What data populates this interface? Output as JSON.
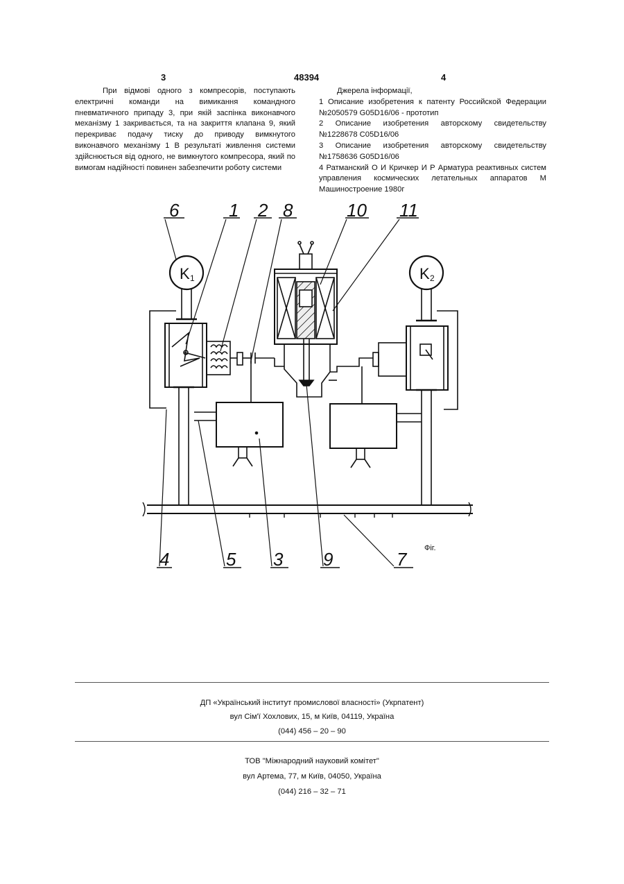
{
  "header": {
    "page_left": "3",
    "patent_no": "48394",
    "page_right": "4"
  },
  "left_text": "При відмові одного з компресорів, поступають електричні команди на вимикання командного пневматичного припаду 3, при якій заспінка виконавчого механізму 1 закривається, та на закриття клапана 9, який перекриває подачу тиску до приводу вимкнутого виконавчого механізму 1 В результаті живлення системи здійснюється від одного, не вимкнутого компресора, який по вимогам надійності повинен забезпечити роботу системи",
  "sources": {
    "heading": "Джерела інформації,",
    "items": [
      "1 Описание изобретения к патенту Российской Федерации №2050579 G05D16/06 - прототип",
      "2 Описание изобретения авторскому свидетельству №1228678 С05D16/06",
      "3 Описание изобретения авторскому свидетельству №1758636 G05D16/06",
      "4 Ратманский О И Кричкер И Р Арматура реактивных систем управления космических летательных аппаратов М Машиностроение 1980г"
    ]
  },
  "figure": {
    "labels": {
      "l6": "6",
      "l1": "1",
      "l2": "2",
      "l8": "8",
      "l10": "10",
      "l11": "11",
      "l4": "4",
      "l5": "5",
      "l3": "3",
      "l9": "9",
      "l7": "7"
    },
    "k1": "K",
    "k1_sub": "1",
    "k2": "K",
    "k2_sub": "2",
    "caption": "Фіг."
  },
  "footer": {
    "org1": "ДП «Український інститут промислової власності» (Укрпатент)",
    "addr1": "вул Сім'ї Хохлових, 15, м Київ, 04119, Україна",
    "phone1": "(044) 456 – 20 – 90",
    "org2": "ТОВ \"Міжнародний науковий комітет\"",
    "addr2": "вул Артема, 77, м Київ, 04050, Україна",
    "phone2": "(044) 216 – 32 – 71"
  }
}
